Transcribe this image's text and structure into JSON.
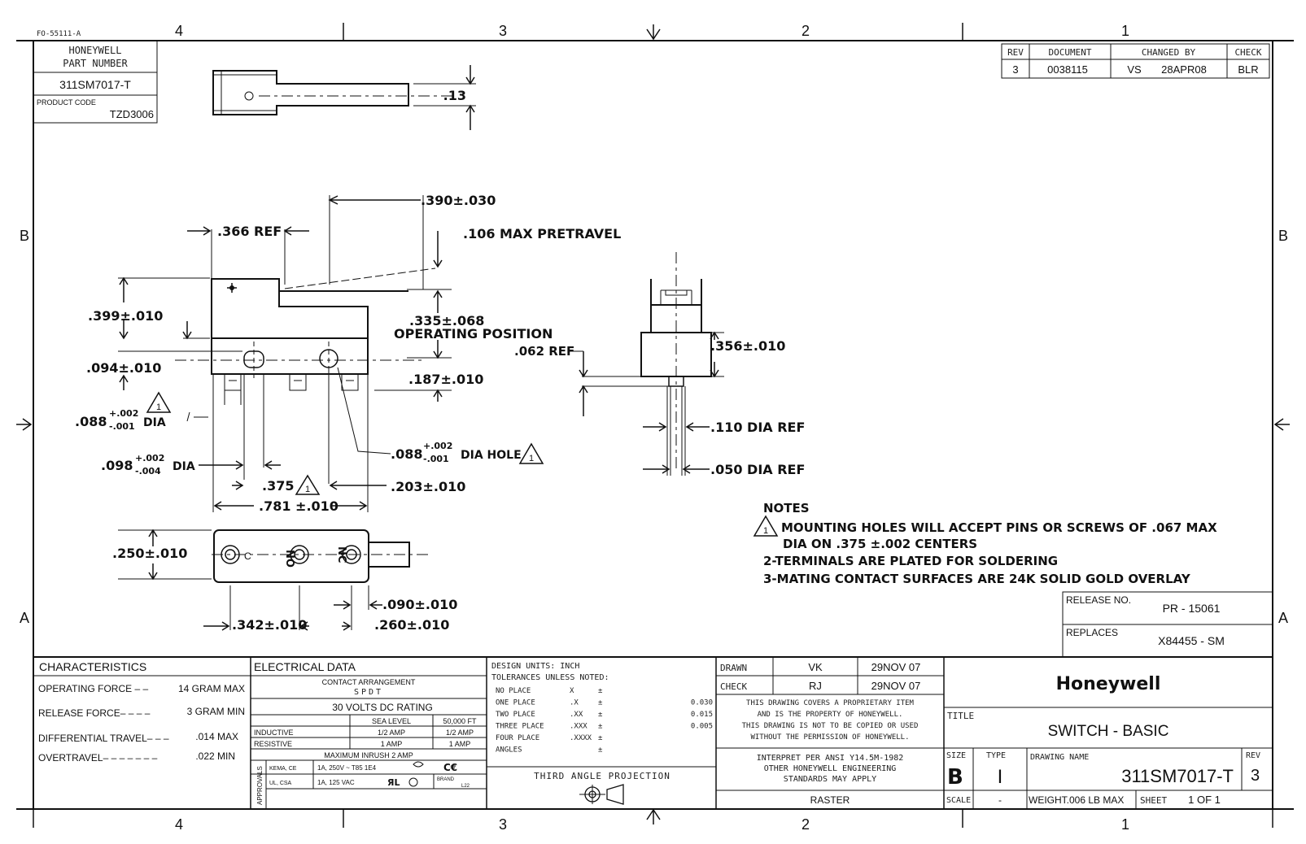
{
  "form_no": "FO-55111-A",
  "zones": {
    "top": [
      "4",
      "3",
      "2",
      "1"
    ],
    "bottom": [
      "4",
      "3",
      "2",
      "1"
    ],
    "side": [
      "B",
      "A"
    ]
  },
  "part_block": {
    "heading1": "HONEYWELL",
    "heading2": "PART NUMBER",
    "part_number": "311SM7017-T",
    "product_code_label": "PRODUCT CODE",
    "product_code": "TZD3006"
  },
  "revision": {
    "headers": [
      "REV",
      "DOCUMENT",
      "CHANGED BY",
      "CHECK"
    ],
    "rev": "3",
    "document": "0038115",
    "changed_by": "VS",
    "date": "28APR08",
    "check": "BLR"
  },
  "dimensions": {
    "top_view": ".13",
    "d390": ".390±.030",
    "d366": ".366 REF",
    "pretravel": ".106 MAX PRETRAVEL",
    "d399": ".399±.010",
    "d335": ".335±.068",
    "operating_position": "OPERATING POSITION",
    "d094": ".094±.010",
    "d187": ".187±.010",
    "d088a_main": ".088",
    "d088a_plus": "+.002",
    "d088a_minus": "-.001",
    "d088a_suffix": "DIA",
    "d088b_main": ".088",
    "d088b_plus": "+.002",
    "d088b_minus": "-.001",
    "d088b_suffix": "DIA HOLE",
    "d098_main": ".098",
    "d098_plus": "+.002",
    "d098_minus": "-.004",
    "d098_suffix": "DIA",
    "d375": ".375",
    "d203": ".203±.010",
    "d781": ".781 ±.010",
    "d250": ".250±.010",
    "d342": ".342±.010",
    "d090": ".090±.010",
    "d260": ".260±.010",
    "d062": ".062 REF",
    "d356": ".356±.010",
    "d110": ".110 DIA REF",
    "d050": ".050 DIA REF",
    "note_flag": "1",
    "terminal_c": "C",
    "terminal_no": "NO",
    "terminal_nc": "NC"
  },
  "notes": {
    "title": "NOTES",
    "n1a": "MOUNTING HOLES WILL ACCEPT PINS OR SCREWS OF .067 MAX",
    "n1b": "DIA  ON .375 ±.002 CENTERS",
    "n2": "2-TERMINALS ARE PLATED FOR SOLDERING",
    "n3": "3-MATING CONTACT SURFACES ARE 24K SOLID GOLD OVERLAY"
  },
  "release": {
    "release_label": "RELEASE NO.",
    "release_no": "PR - 15061",
    "replaces_label": "REPLACES",
    "replaces": "X84455 - SM"
  },
  "characteristics": {
    "title": "CHARACTERISTICS",
    "rows": [
      {
        "label": "OPERATING FORCE – –",
        "value": "14 GRAM MAX"
      },
      {
        "label": "RELEASE FORCE– – – –",
        "value": "3 GRAM MIN"
      },
      {
        "label": "DIFFERENTIAL TRAVEL– – –",
        "value": ".014 MAX"
      },
      {
        "label": "OVERTRAVEL– – – – – – –",
        "value": ".022 MIN"
      }
    ]
  },
  "electrical": {
    "title": "ELECTRICAL DATA",
    "arrangement_label": "CONTACT ARRANGEMENT",
    "arrangement": "SPDT",
    "rating": "30 VOLTS DC RATING",
    "col_sea": "SEA LEVEL",
    "col_ft": "50,000 FT",
    "inductive": "INDUCTIVE",
    "ind_sea": "1/2 AMP",
    "ind_ft": "1/2 AMP",
    "resistive": "RESISTIVE",
    "res_sea": "1 AMP",
    "res_ft": "1 AMP",
    "inrush": "MAXIMUM INRUSH    2 AMP",
    "approvals": "APPROVALS",
    "kema": "KEMA, CE",
    "kema_val": "1A, 250V ~ T85 1E4",
    "ul": "UL, CSA",
    "ul_val": "1A, 125 VAC",
    "brand": "BRAND",
    "brand_code": "L22"
  },
  "design": {
    "units": "DESIGN UNITS:  INCH",
    "tol": "TOLERANCES UNLESS NOTED:",
    "rows": [
      {
        "label": "NO PLACE",
        "fmt": "X",
        "sign": "±",
        "val": ""
      },
      {
        "label": "ONE PLACE",
        "fmt": ".X",
        "sign": "±",
        "val": "0.030"
      },
      {
        "label": "TWO PLACE",
        "fmt": ".XX",
        "sign": "±",
        "val": "0.015"
      },
      {
        "label": "THREE PLACE",
        "fmt": ".XXX",
        "sign": "±",
        "val": "0.005"
      },
      {
        "label": "FOUR PLACE",
        "fmt": ".XXXX",
        "sign": "±",
        "val": ""
      },
      {
        "label": "ANGLES",
        "fmt": "",
        "sign": "±",
        "val": ""
      }
    ],
    "projection": "THIRD ANGLE PROJECTION"
  },
  "approval": {
    "drawn_label": "DRAWN",
    "drawn_by": "VK",
    "drawn_date": "29NOV 07",
    "check_label": "CHECK",
    "check_by": "RJ",
    "check_date": "29NOV 07",
    "prop1": "THIS DRAWING COVERS A PROPRIETARY ITEM",
    "prop2": "AND IS THE PROPERTY OF HONEYWELL.",
    "prop3": "THIS DRAWING IS NOT TO BE COPIED OR USED",
    "prop4": "WITHOUT THE PERMISSION OF HONEYWELL.",
    "ansi1": "INTERPRET PER ANSI Y14.5M-1982",
    "ansi2": "OTHER HONEYWELL ENGINEERING",
    "ansi3": "STANDARDS MAY APPLY",
    "raster": "RASTER"
  },
  "title_block": {
    "company": "Honeywell",
    "title_label": "TITLE",
    "title": "SWITCH - BASIC",
    "size_label": "SIZE",
    "size": "B",
    "type_label": "TYPE",
    "type": "I",
    "dwg_label": "DRAWING NAME",
    "dwg": "311SM7017-T",
    "rev_label": "REV",
    "rev": "3",
    "scale_label": "SCALE",
    "scale": "-",
    "weight": "WEIGHT.006 LB MAX",
    "sheet_label": "SHEET",
    "sheet": "1 OF 1"
  }
}
